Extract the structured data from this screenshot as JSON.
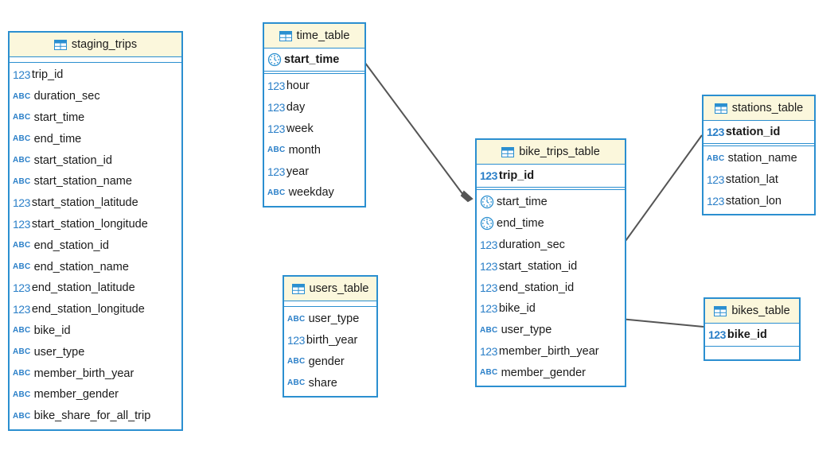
{
  "colors": {
    "border": "#2b8fd0",
    "header_bg": "#fbf7dc",
    "type_icon": "#2a7fc8",
    "link": "#555555"
  },
  "type_labels": {
    "number": "123",
    "string": "ABC"
  },
  "tables": {
    "staging_trips": {
      "name": "staging_trips",
      "columns": [
        {
          "type": "123",
          "name": "trip_id"
        },
        {
          "type": "ABC",
          "name": "duration_sec"
        },
        {
          "type": "ABC",
          "name": "start_time"
        },
        {
          "type": "ABC",
          "name": "end_time"
        },
        {
          "type": "ABC",
          "name": "start_station_id"
        },
        {
          "type": "ABC",
          "name": "start_station_name"
        },
        {
          "type": "123",
          "name": "start_station_latitude"
        },
        {
          "type": "123",
          "name": "start_station_longitude"
        },
        {
          "type": "ABC",
          "name": "end_station_id"
        },
        {
          "type": "ABC",
          "name": "end_station_name"
        },
        {
          "type": "123",
          "name": "end_station_latitude"
        },
        {
          "type": "123",
          "name": "end_station_longitude"
        },
        {
          "type": "ABC",
          "name": "bike_id"
        },
        {
          "type": "ABC",
          "name": "user_type"
        },
        {
          "type": "ABC",
          "name": "member_birth_year"
        },
        {
          "type": "ABC",
          "name": "member_gender"
        },
        {
          "type": "ABC",
          "name": "bike_share_for_all_trip"
        }
      ]
    },
    "time_table": {
      "name": "time_table",
      "key": {
        "type": "clock",
        "name": "start_time"
      },
      "columns": [
        {
          "type": "123",
          "name": "hour"
        },
        {
          "type": "123",
          "name": "day"
        },
        {
          "type": "123",
          "name": "week"
        },
        {
          "type": "ABC",
          "name": "month"
        },
        {
          "type": "123",
          "name": "year"
        },
        {
          "type": "ABC",
          "name": "weekday"
        }
      ]
    },
    "users_table": {
      "name": "users_table",
      "columns": [
        {
          "type": "ABC",
          "name": "user_type"
        },
        {
          "type": "123",
          "name": "birth_year"
        },
        {
          "type": "ABC",
          "name": "gender"
        },
        {
          "type": "ABC",
          "name": "share"
        }
      ]
    },
    "bike_trips_table": {
      "name": "bike_trips_table",
      "key": {
        "type": "123",
        "name": "trip_id"
      },
      "columns": [
        {
          "type": "clock",
          "name": "start_time"
        },
        {
          "type": "clock",
          "name": "end_time"
        },
        {
          "type": "123",
          "name": "duration_sec"
        },
        {
          "type": "123",
          "name": "start_station_id"
        },
        {
          "type": "123",
          "name": "end_station_id"
        },
        {
          "type": "123",
          "name": "bike_id"
        },
        {
          "type": "ABC",
          "name": "user_type"
        },
        {
          "type": "123",
          "name": "member_birth_year"
        },
        {
          "type": "ABC",
          "name": "member_gender"
        }
      ]
    },
    "stations_table": {
      "name": "stations_table",
      "key": {
        "type": "123",
        "name": "station_id"
      },
      "columns": [
        {
          "type": "ABC",
          "name": "station_name"
        },
        {
          "type": "123",
          "name": "station_lat"
        },
        {
          "type": "123",
          "name": "station_lon"
        }
      ]
    },
    "bikes_table": {
      "name": "bikes_table",
      "key": {
        "type": "123",
        "name": "bike_id"
      },
      "columns": []
    }
  },
  "relationships": [
    {
      "from": "bike_trips_table.start_time",
      "to": "time_table.start_time"
    },
    {
      "from": "bike_trips_table.start_station_id",
      "to": "stations_table.station_id"
    },
    {
      "from": "bike_trips_table.bike_id",
      "to": "bikes_table.bike_id"
    }
  ]
}
